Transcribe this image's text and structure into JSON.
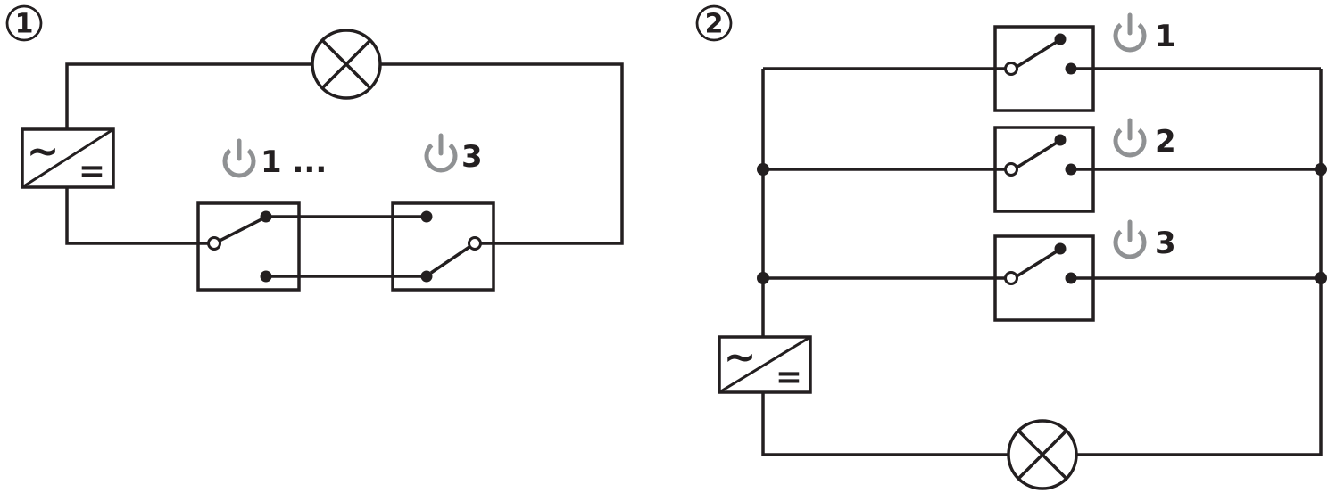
{
  "colors": {
    "line": "#231f20",
    "power_icon": "#8f9193",
    "background": "#ffffff"
  },
  "icons": {
    "lamp": "circle-with-x",
    "power_button": "power-symbol-arc-with-stem",
    "ac_dc_converter": "box-with-diagonal-ac-dc"
  },
  "diagram1": {
    "badge": "1",
    "power_supply": {
      "ac_symbol": "~",
      "dc_symbol": "="
    },
    "switch_labels": {
      "first": "1 ...",
      "second": "3"
    }
  },
  "diagram2": {
    "badge": "2",
    "power_supply": {
      "ac_symbol": "~",
      "dc_symbol": "="
    },
    "switch_labels": {
      "first": "1",
      "second": "2",
      "third": "3"
    }
  }
}
